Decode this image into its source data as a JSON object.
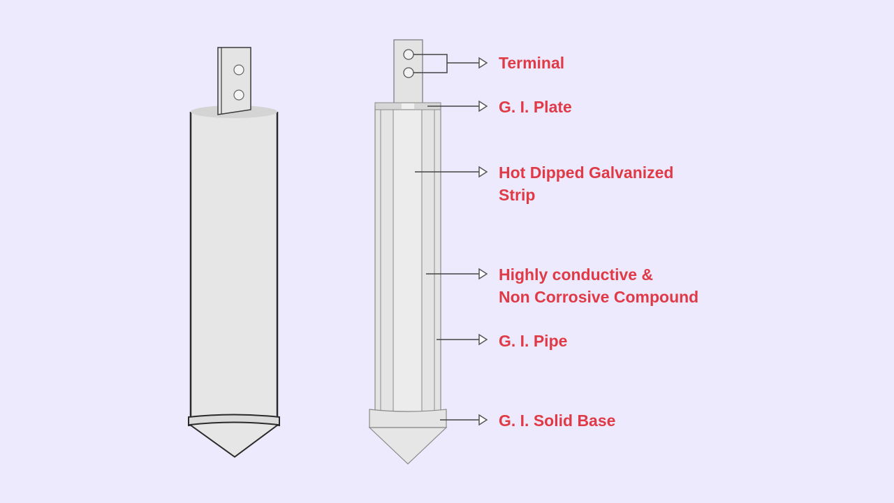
{
  "colors": {
    "background": "#eceafc",
    "label_text": "#e03a47",
    "leader_line": "#444444",
    "body_fill": "#e6e6e6",
    "outline": "#2a2a2a"
  },
  "labels": {
    "terminal": "Terminal",
    "gi_plate": "G. I. Plate",
    "strip": {
      "line1": "Hot Dipped Galvanized",
      "line2": "Strip"
    },
    "compound": {
      "line1": "Highly conductive &",
      "line2": "Non Corrosive Compound"
    },
    "gi_pipe": "G. I. Pipe",
    "solid_base": "G. I. Solid Base"
  }
}
